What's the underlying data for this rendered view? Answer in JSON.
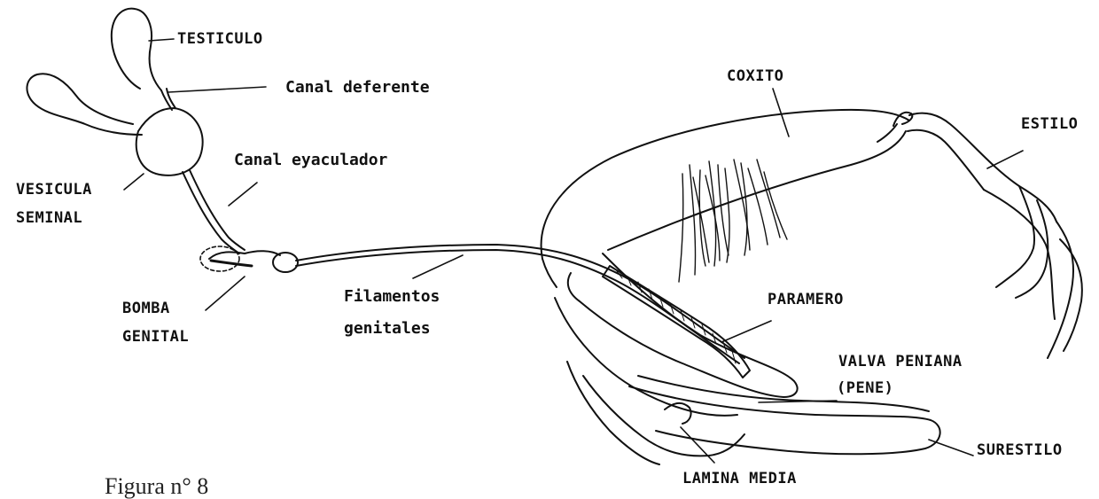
{
  "labels": {
    "testiculo": "TESTICULO",
    "canal_deferente": "Canal deferente",
    "canal_eyaculador": "Canal eyaculador",
    "vesicula_1": "VESICULA",
    "vesicula_2": "SEMINAL",
    "bomba_1": "BOMBA",
    "bomba_2": "GENITAL",
    "filamentos_1": "Filamentos",
    "filamentos_2": "genitales",
    "coxito": "COXITO",
    "estilo": "ESTILO",
    "paramero": "PARAMERO",
    "valva_1": "VALVA PENIANA",
    "valva_2": "(PENE)",
    "surestilo": "SURESTILO",
    "lamina_media": "LAMINA MEDIA"
  },
  "caption": "Figura n° 8"
}
